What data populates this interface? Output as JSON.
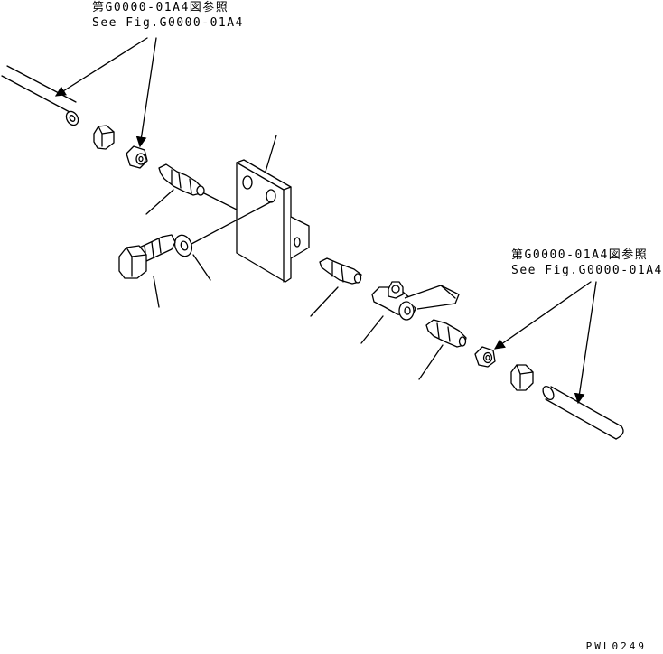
{
  "references": [
    {
      "jp": "第G0000-01A4図参照",
      "en": "See Fig.G0000-01A4"
    },
    {
      "jp": "第G0000-01A4図参照",
      "en": "See Fig.G0000-01A4"
    }
  ],
  "drawing_id": "PWL0249"
}
